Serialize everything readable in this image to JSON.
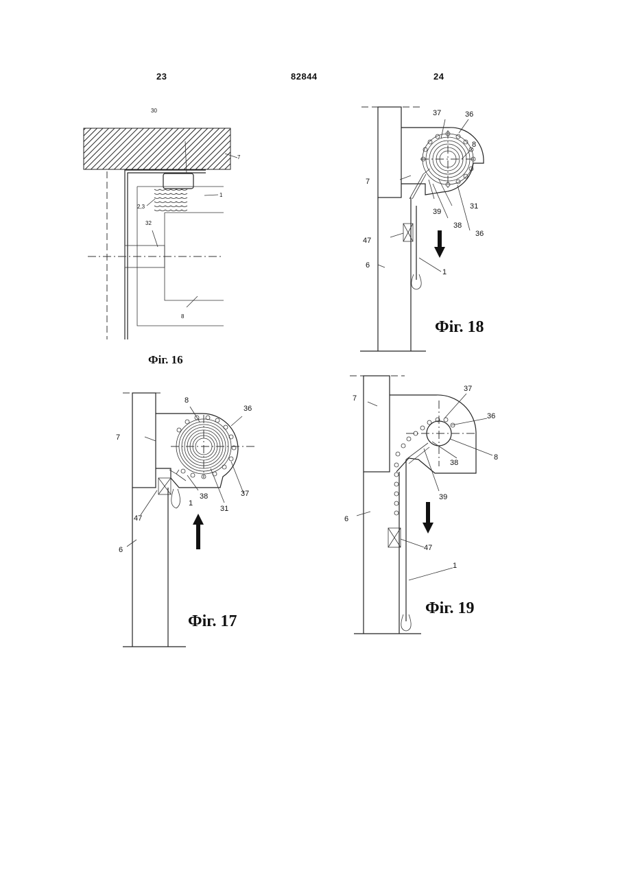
{
  "header": {
    "left_page": "23",
    "doc_number": "82844",
    "right_page": "24"
  },
  "figures": {
    "fig16": {
      "caption": "Фіг. 16",
      "labels": {
        "l30": "30",
        "l7": "7",
        "l23": "2,3",
        "l1": "1",
        "l32": "32",
        "l8": "8"
      }
    },
    "fig17": {
      "caption": "Фіг. 17",
      "labels": {
        "l8": "8",
        "l36": "36",
        "l7": "7",
        "l1": "1",
        "l38": "38",
        "l47": "47",
        "l31": "31",
        "l37": "37",
        "l6": "6"
      }
    },
    "fig18": {
      "caption": "Фіг. 18",
      "labels": {
        "l37": "37",
        "l36a": "36",
        "l8": "8",
        "l7": "7",
        "l31": "31",
        "l39": "39",
        "l38": "38",
        "l36b": "36",
        "l47": "47",
        "l6": "6",
        "l1": "1"
      }
    },
    "fig19": {
      "caption": "Фіг. 19",
      "labels": {
        "l37": "37",
        "l36": "36",
        "l7": "7",
        "l8": "8",
        "l38": "38",
        "l39": "39",
        "l6": "6",
        "l47": "47",
        "l1": "1"
      }
    }
  }
}
